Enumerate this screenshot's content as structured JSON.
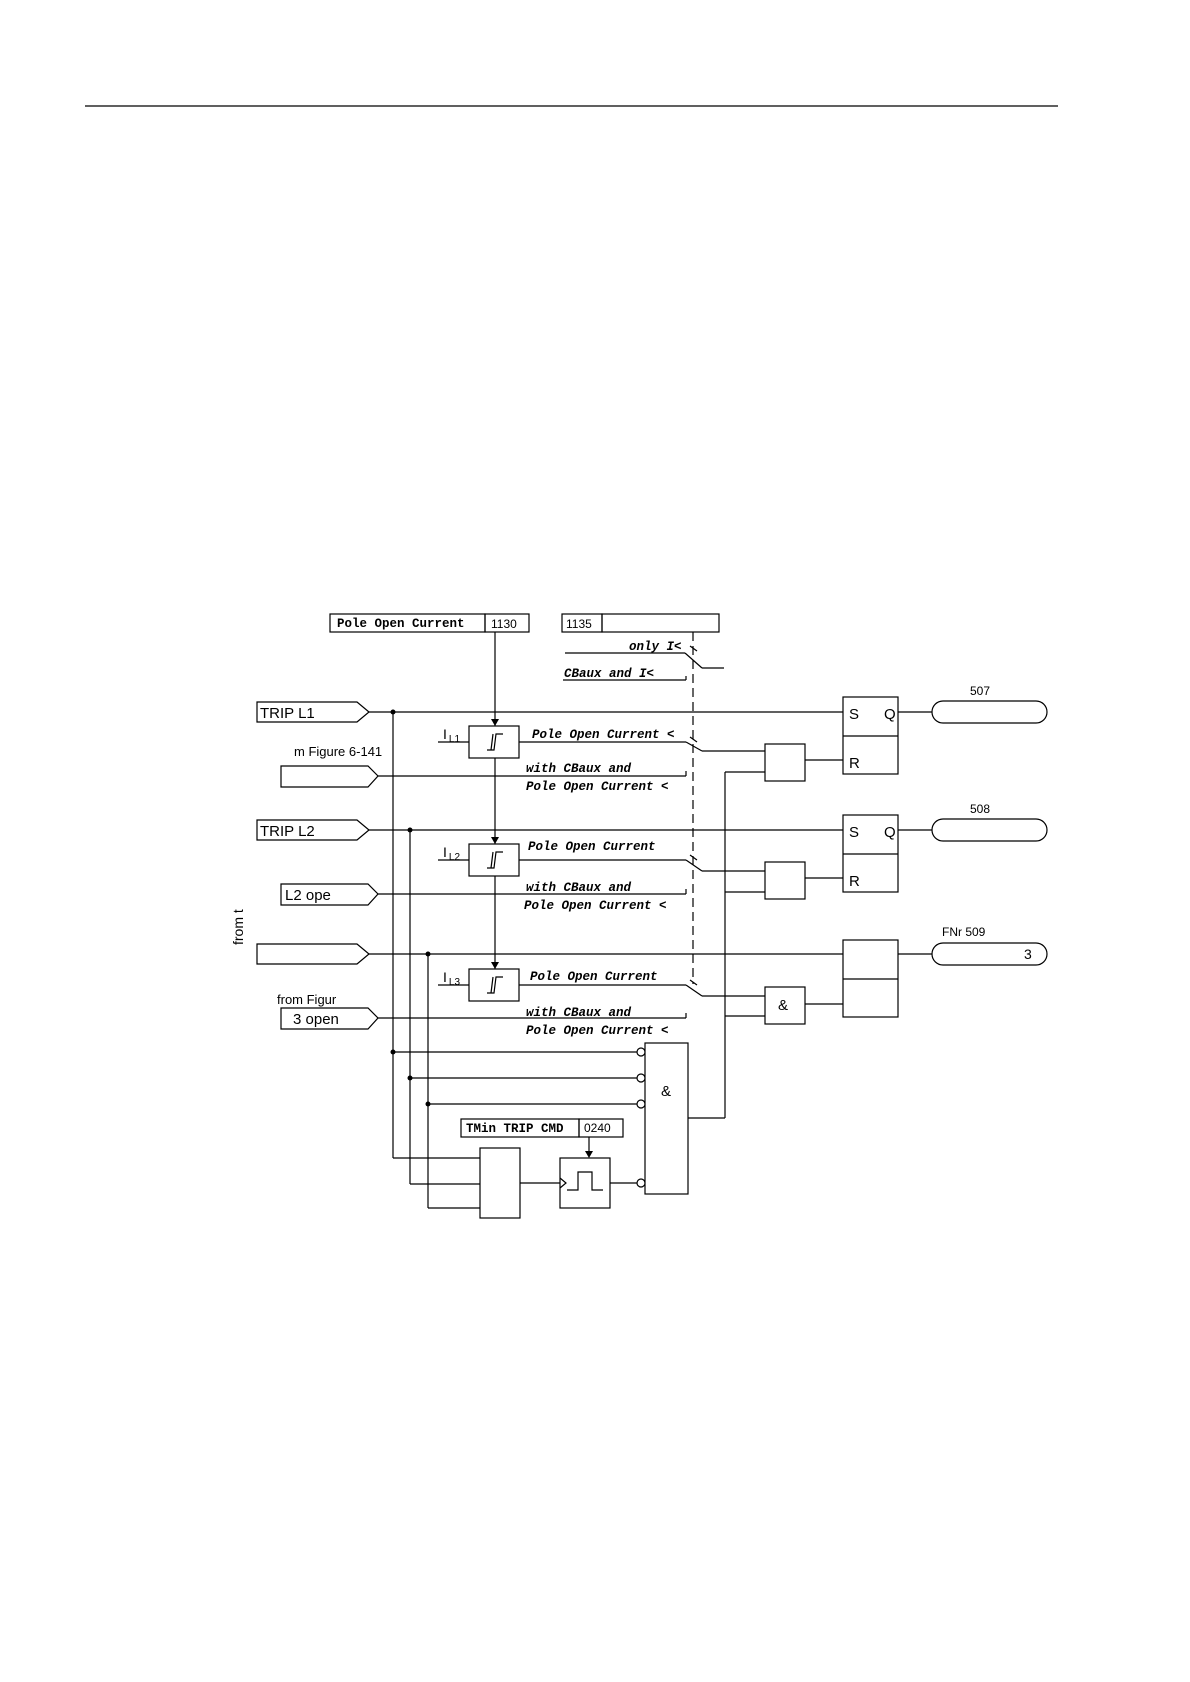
{
  "settings": {
    "pole_open_current": {
      "label": "Pole Open Current",
      "addr": "1130"
    },
    "mode": {
      "addr": "1135",
      "opt_only": "only I<",
      "opt_cbaux": "CBaux and I<"
    },
    "tmin": {
      "label": "TMin TRIP CMD",
      "addr": "0240"
    }
  },
  "inputs": {
    "trip_l1": "TRIP L1",
    "trip_l2": "TRIP L2",
    "trip_l3": "",
    "l1_open": "",
    "l2_open": "L2 ope",
    "l3_open": "3 open",
    "note_fig141": "m Figure 6-141",
    "note_from_figur": "from Figur",
    "side_from": "from t"
  },
  "phases": {
    "l1": {
      "sym": "I",
      "sub": "L1"
    },
    "l2": {
      "sym": "I",
      "sub": "L2"
    },
    "l3": {
      "sym": "I",
      "sub": "L3"
    }
  },
  "switch_labels": {
    "poc_lt": "Pole Open Current <",
    "poc": "Pole Open Current",
    "with_cbaux": "with CBaux and",
    "poc2": "Pole Open Current <"
  },
  "gates": {
    "and": "&"
  },
  "flipflop": {
    "s": "S",
    "q": "Q",
    "r": "R"
  },
  "outputs": {
    "o507": {
      "fnr": "507",
      "text": ""
    },
    "o508": {
      "fnr": "508",
      "text": ""
    },
    "o509": {
      "fnr": "FNr 509",
      "text": "3"
    }
  }
}
